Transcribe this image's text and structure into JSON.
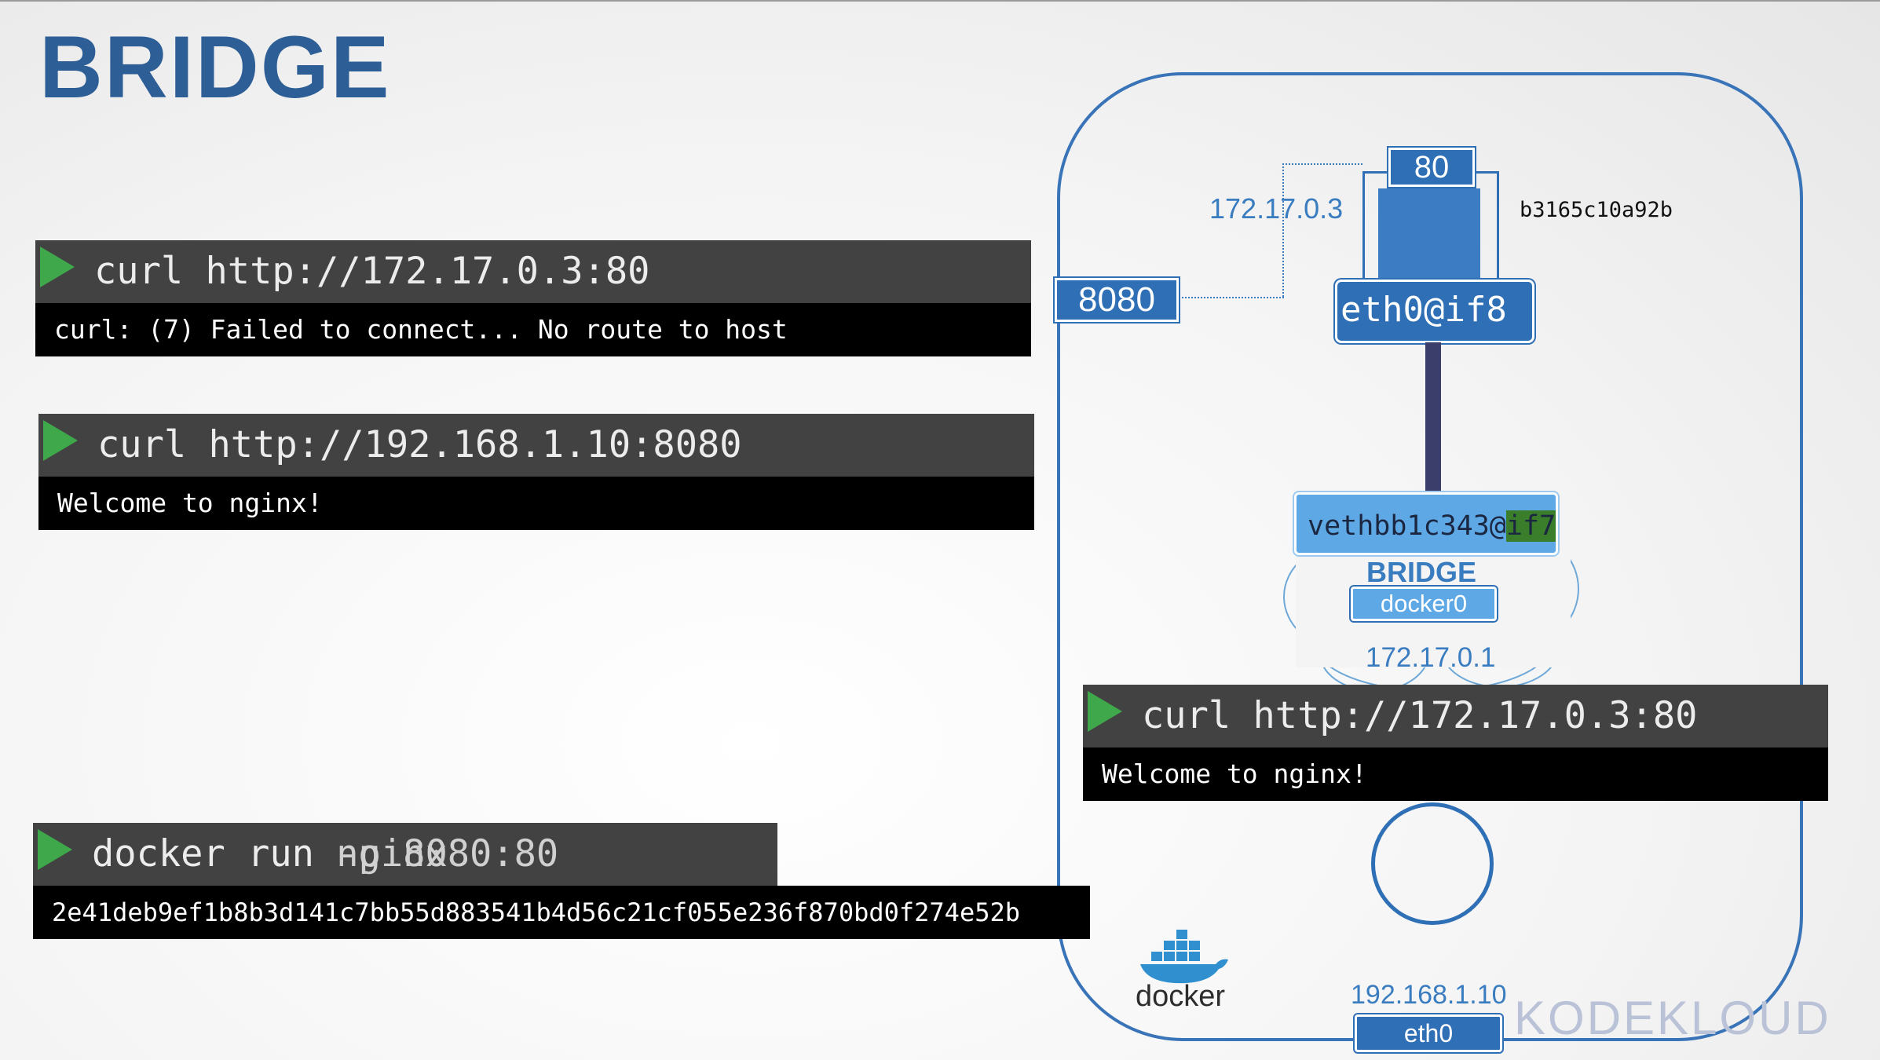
{
  "slide": {
    "title": "BRIDGE"
  },
  "terminals": [
    {
      "command": "curl http://172.17.0.3:80",
      "output": "curl: (7) Failed to connect... No route to host"
    },
    {
      "command": "curl http://192.168.1.10:8080",
      "output": "Welcome to nginx!"
    },
    {
      "command": "curl http://172.17.0.3:80",
      "output": "Welcome to nginx!"
    },
    {
      "command": "docker run  ",
      "command_overlay_a": "nginx",
      "command_overlay_b": "-p 8080:80",
      "output": "2e41deb9ef1b8b3d141c7bb55d883541b4d56c21cf055e236f870bd0f274e52b"
    }
  ],
  "diagram": {
    "container_id": "b3165c10a92b",
    "container_ip": "172.17.0.3",
    "container_port": "80",
    "published_port": "8080",
    "container_iface": "eth0@if8",
    "veth_prefix": "vethbb1c343@",
    "veth_suffix": "if7",
    "bridge_label": "BRIDGE",
    "bridge_name": "docker0",
    "bridge_ip": "172.17.0.1",
    "host_ip": "192.168.1.10",
    "host_iface": "eth0",
    "docker_logo_text": "docker"
  },
  "brand": {
    "logo_text": "KODEKLOUD"
  },
  "colors": {
    "title": "#2d5e96",
    "accent_blue": "#2f6fb5",
    "light_blue": "#5fa8e6",
    "terminal_head": "#424242",
    "terminal_output": "#000000",
    "play": "#3ea84a",
    "veth_highlight": "#3a7d2a",
    "link": "#3b3e6a"
  }
}
